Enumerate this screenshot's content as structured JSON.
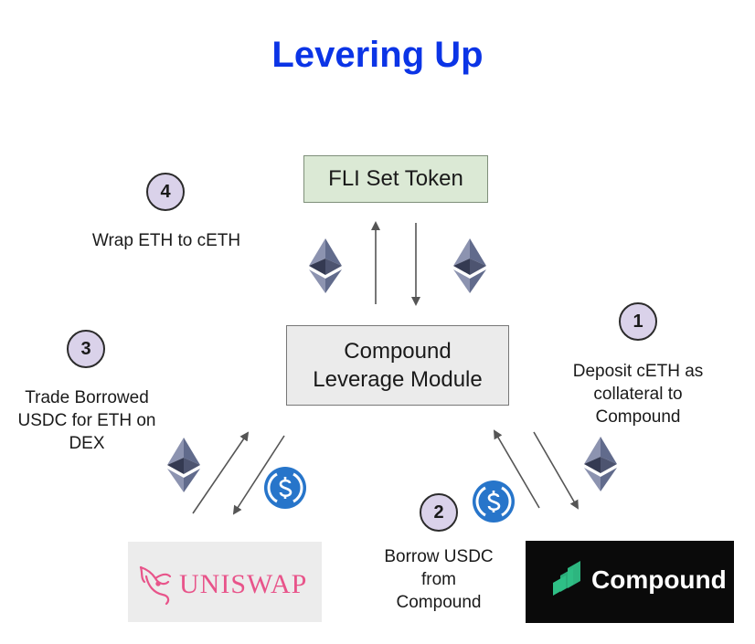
{
  "title": "Levering Up",
  "fli_token": "FLI Set Token",
  "module": {
    "line1": "Compound",
    "line2": "Leverage Module"
  },
  "steps": [
    {
      "num": "1",
      "lines": [
        "Deposit cETH as",
        "collateral to",
        "Compound"
      ]
    },
    {
      "num": "2",
      "lines": [
        "Borrow USDC",
        "from",
        "Compound"
      ]
    },
    {
      "num": "3",
      "lines": [
        "Trade Borrowed",
        "USDC for ETH on",
        "DEX"
      ]
    },
    {
      "num": "4",
      "lines": [
        "Wrap ETH to cETH"
      ]
    }
  ],
  "logos": {
    "uniswap": "UNISWAP",
    "compound": "Compound"
  },
  "colors": {
    "title": "#0b34e6",
    "fli_fill": "#dbe9d5",
    "badge_fill": "#dad2ea",
    "usdc": "#2775ca",
    "uniswap_pink": "#e8548a",
    "compound_green": "#2fbf86"
  }
}
